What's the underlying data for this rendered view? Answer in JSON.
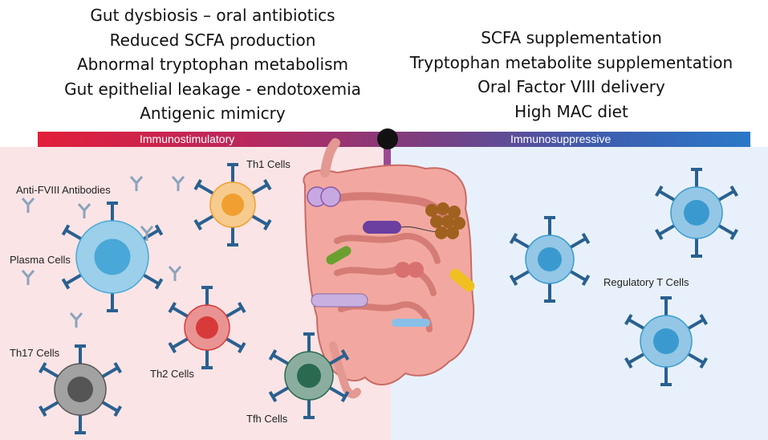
{
  "causes": [
    "Gut dysbiosis – oral antibiotics",
    "Reduced SCFA production",
    "Abnormal tryptophan metabolism",
    "Gut epithelial leakage  - endotoxemia",
    "Antigenic mimicry"
  ],
  "interventions": [
    "SCFA supplementation",
    "Tryptophan metabolite supplementation",
    "Oral Factor VIII delivery",
    "High MAC diet"
  ],
  "axis": {
    "left_label": "Immunostimulatory",
    "right_label": "Immunosuppressive"
  },
  "cells": {
    "th1": "Th1 Cells",
    "antibodies": "Anti-FVIII Antibodies",
    "plasma": "Plasma Cells",
    "th17": "Th17 Cells",
    "th2": "Th2 Cells",
    "tfh": "Tfh Cells",
    "treg": "Regulatory T Cells"
  },
  "colors": {
    "stimulatory_bg": "#fbe4e6",
    "suppressive_bg": "#e8f1fb",
    "th1": "#f0a030",
    "plasma": "#4aa8d8",
    "th2": "#d83a3a",
    "th17": "#555555",
    "tfh": "#2a6a50",
    "treg": "#3a9ad0",
    "receptor": "#2a6090"
  }
}
